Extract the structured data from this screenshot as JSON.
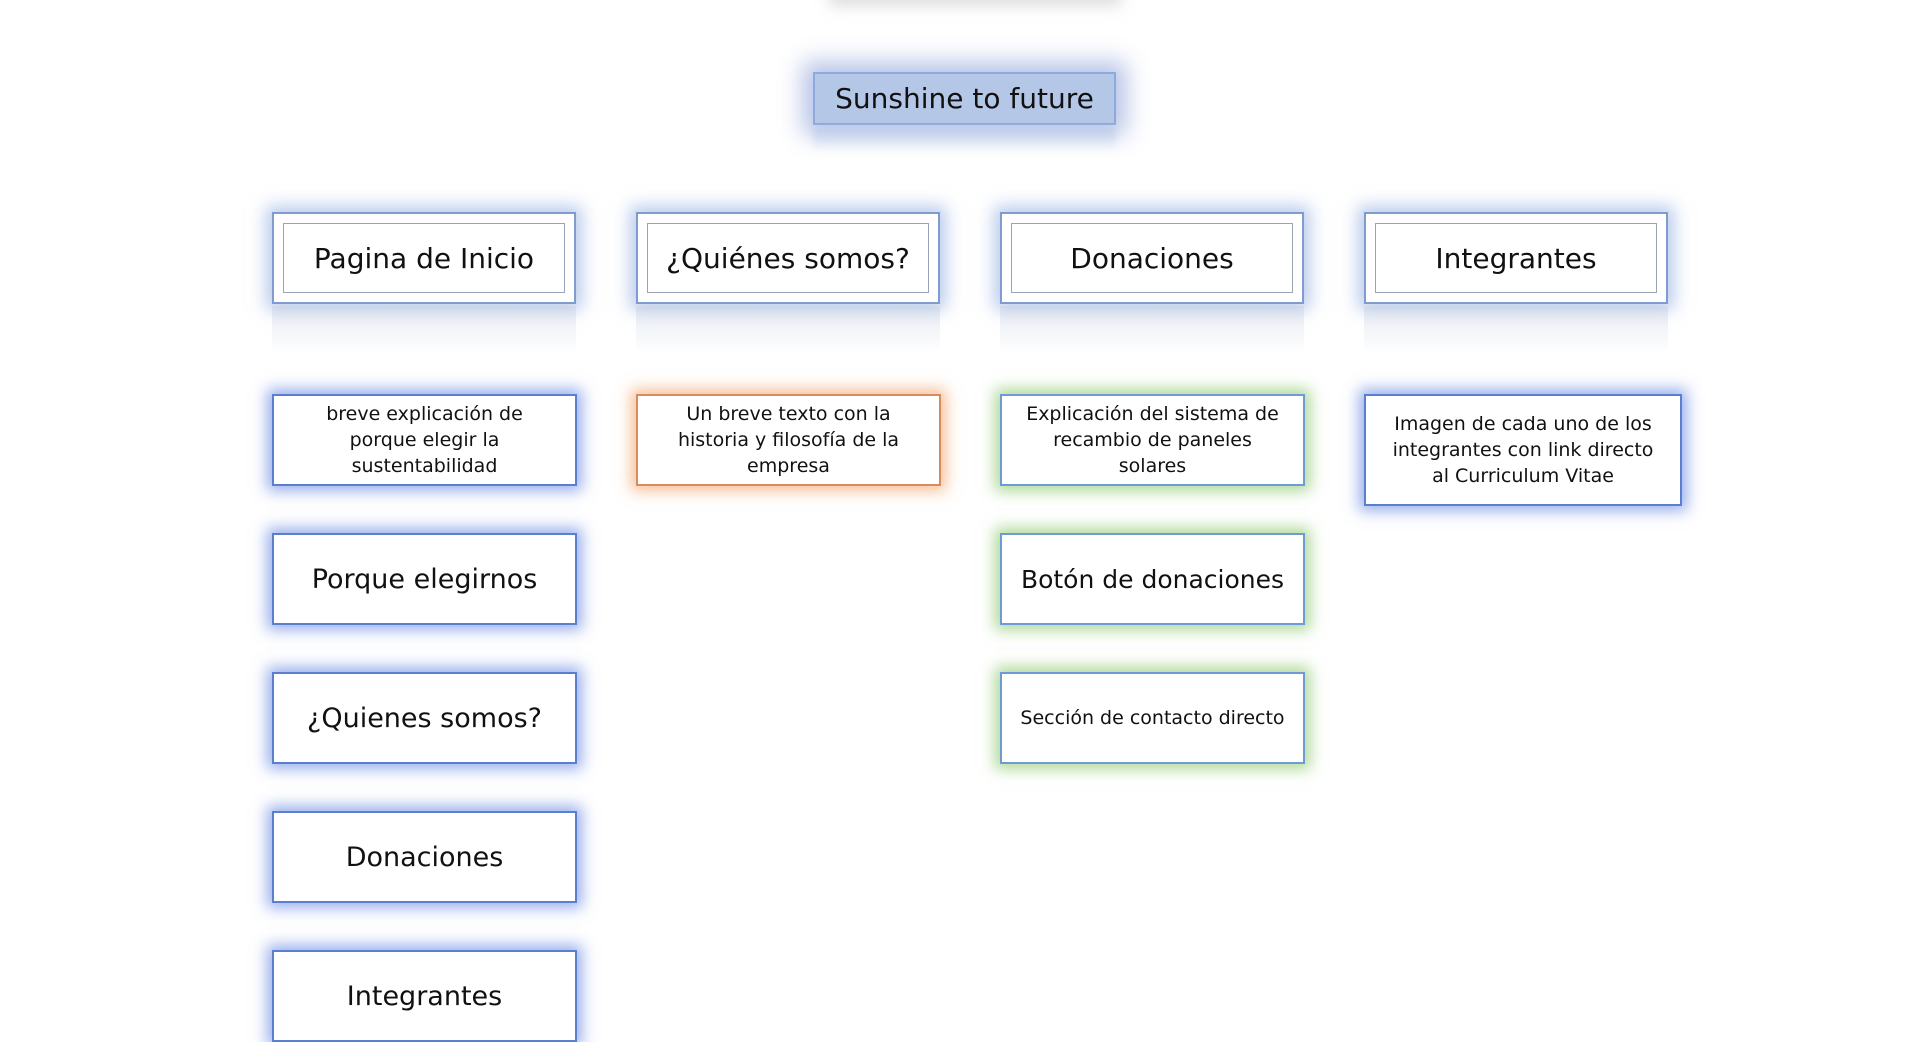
{
  "root": {
    "label": "Sunshine to future"
  },
  "sections": [
    {
      "title": "Pagina de Inicio",
      "items": [
        "breve explicación de porque elegir la sustentabilidad",
        "Porque elegirnos",
        "¿Quienes somos?",
        "Donaciones",
        "Integrantes"
      ]
    },
    {
      "title": "¿Quiénes somos?",
      "items": [
        "Un breve texto con la historia y filosofía de la empresa"
      ]
    },
    {
      "title": "Donaciones",
      "items": [
        "Explicación del sistema de recambio de paneles solares",
        "Botón de donaciones",
        "Sección de contacto directo"
      ]
    },
    {
      "title": "Integrantes",
      "items": [
        "Imagen de cada uno de los integrantes con link directo al Curriculum Vitae"
      ]
    }
  ],
  "colors": {
    "root_fill": "#b4c7e7",
    "leaf_glow_blue": "#4a6fd8",
    "leaf_glow_orange": "#f08c46",
    "leaf_glow_green": "#78be50"
  }
}
